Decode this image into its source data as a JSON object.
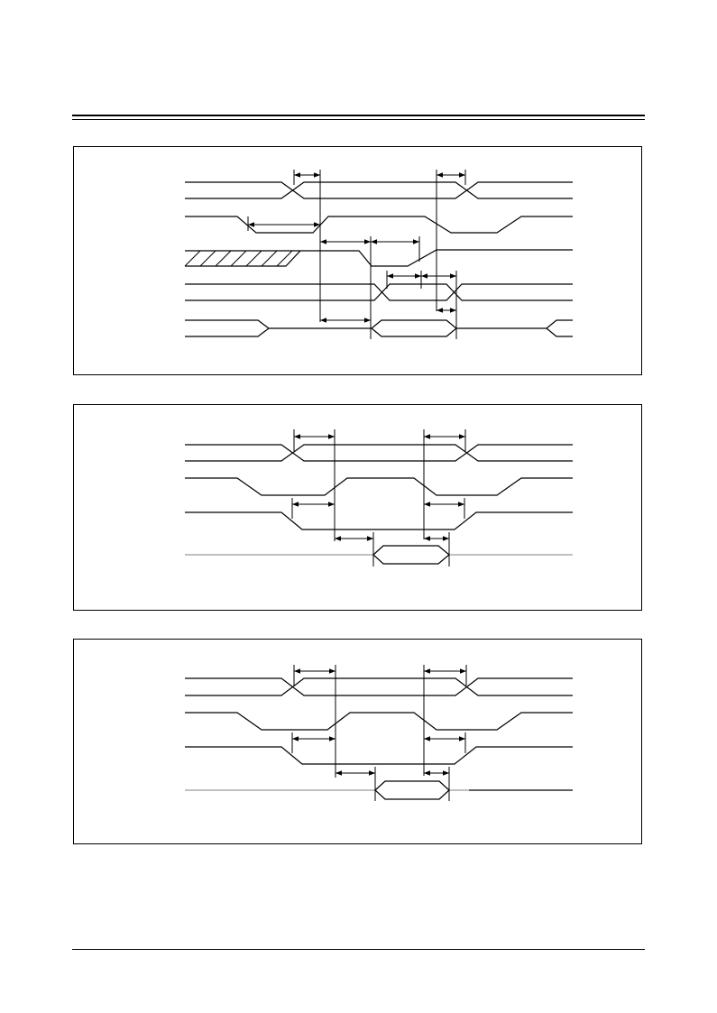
{
  "document": {
    "header_rules": "double",
    "footer_rule": "single"
  },
  "diagrams": [
    {
      "id": "timing-diagram-1",
      "signal_count": 5
    },
    {
      "id": "timing-diagram-2",
      "signal_count": 4
    },
    {
      "id": "timing-diagram-3",
      "signal_count": 4
    }
  ],
  "colors": {
    "line": "#000000",
    "bus_idle": "#9a9a9a",
    "background": "#ffffff"
  }
}
